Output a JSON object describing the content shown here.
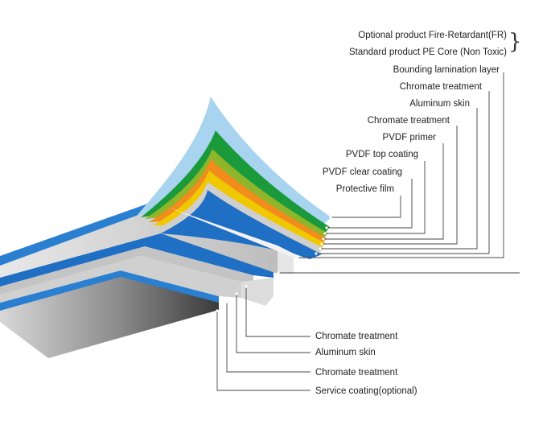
{
  "core_labels": [
    "Optional product Fire-Retardant(FR)",
    "Standard product PE Core (Non Toxic)"
  ],
  "top_layers": [
    "Bounding lamination layer",
    "Chromate treatment",
    "Aluminum skin",
    "Chromate treatment",
    "PVDF primer",
    "PVDF top coating",
    "PVDF clear coating",
    "Protective film"
  ],
  "bottom_layers": [
    "Chromate treatment",
    "Aluminum skin",
    "Chromate treatment",
    "Service coating(optional)"
  ],
  "colors": {
    "protective_film": "#a8d4f0",
    "green": "#1b9a3c",
    "orange": "#f28c1c",
    "yellow": "#f0c800",
    "blue": "#1f6fc4",
    "panel_blue": "#2a7fd0",
    "core_gray": "#9a9a9a",
    "leader": "#444444"
  }
}
